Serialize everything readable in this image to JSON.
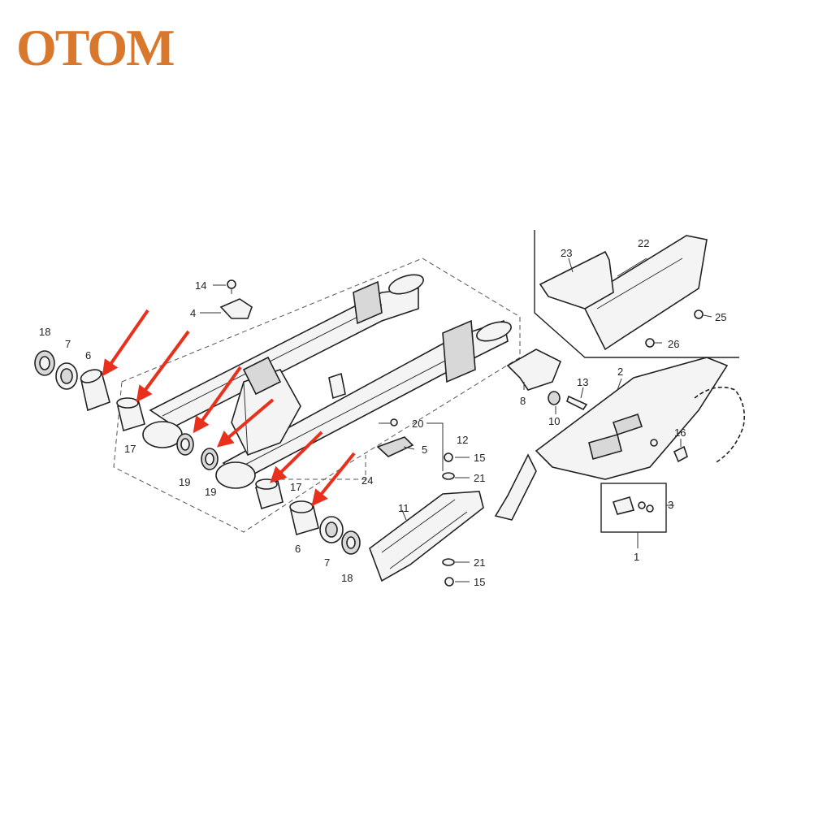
{
  "brand": {
    "logo_text": "OTOM",
    "logo_color": "#d9782d",
    "logo_outline": "#ffffff"
  },
  "arrow_color": "#e8301c",
  "callouts": [
    {
      "id": "c14",
      "text": "14"
    },
    {
      "id": "c4",
      "text": "4"
    },
    {
      "id": "c18a",
      "text": "18"
    },
    {
      "id": "c7a",
      "text": "7"
    },
    {
      "id": "c6a",
      "text": "6"
    },
    {
      "id": "c17a",
      "text": "17"
    },
    {
      "id": "c19a",
      "text": "19"
    },
    {
      "id": "c19b",
      "text": "19"
    },
    {
      "id": "c20",
      "text": "20"
    },
    {
      "id": "c12",
      "text": "12"
    },
    {
      "id": "c5",
      "text": "5"
    },
    {
      "id": "c15a",
      "text": "15"
    },
    {
      "id": "c21a",
      "text": "21"
    },
    {
      "id": "c24",
      "text": "24"
    },
    {
      "id": "c17b",
      "text": "17"
    },
    {
      "id": "c6b",
      "text": "6"
    },
    {
      "id": "c7b",
      "text": "7"
    },
    {
      "id": "c18b",
      "text": "18"
    },
    {
      "id": "c11",
      "text": "11"
    },
    {
      "id": "c21b",
      "text": "21"
    },
    {
      "id": "c15b",
      "text": "15"
    },
    {
      "id": "c23",
      "text": "23"
    },
    {
      "id": "c22",
      "text": "22"
    },
    {
      "id": "c25",
      "text": "25"
    },
    {
      "id": "c26",
      "text": "26"
    },
    {
      "id": "c8",
      "text": "8"
    },
    {
      "id": "c10",
      "text": "10"
    },
    {
      "id": "c13",
      "text": "13"
    },
    {
      "id": "c2",
      "text": "2"
    },
    {
      "id": "c16",
      "text": "16"
    },
    {
      "id": "c3",
      "text": "3"
    },
    {
      "id": "c1",
      "text": "1"
    }
  ]
}
